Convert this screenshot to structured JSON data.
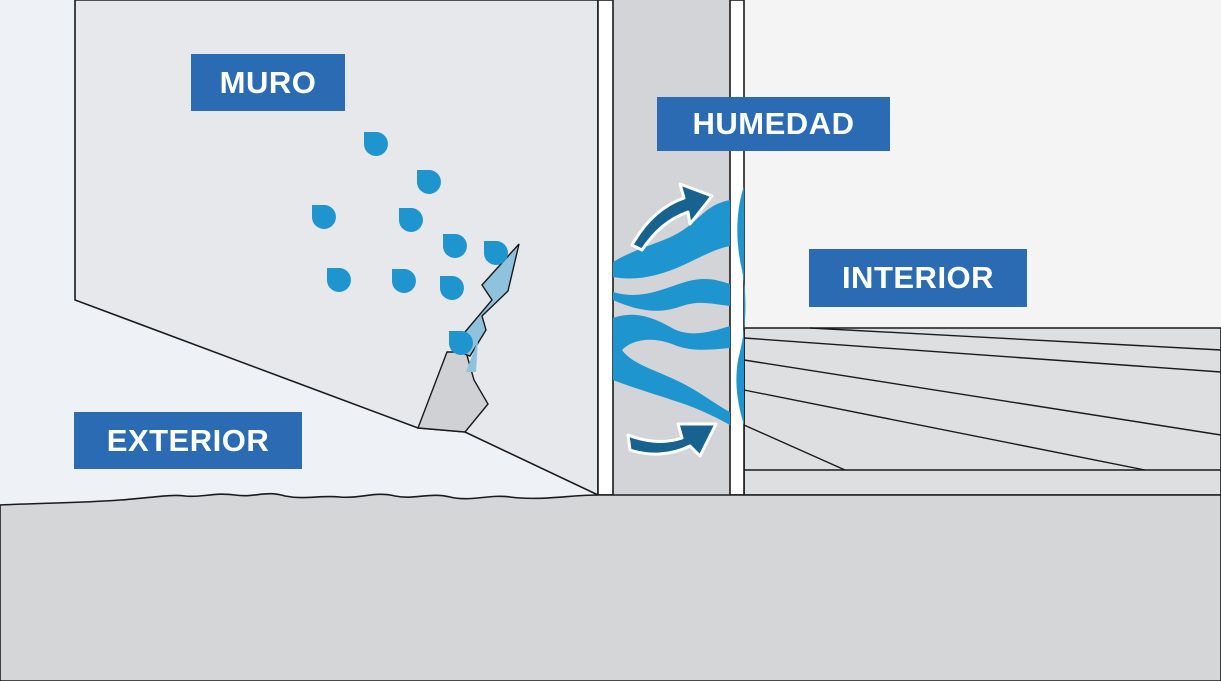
{
  "labels": {
    "wall": "MURO",
    "moisture": "HUMEDAD",
    "interior": "INTERIOR",
    "exterior": "EXTERIOR"
  },
  "colors": {
    "label_bg": "#2a6bb3",
    "label_text": "#ffffff",
    "water": "#1f95cf",
    "arrow": "#17628f",
    "wall_face": "#e6e8eb",
    "cavity": "#d2d4d7",
    "ground": "#d5d6d8",
    "outline": "#1a1a1a"
  },
  "icons": [
    "water-drop-icon",
    "curved-arrow-icon",
    "wall-crack-icon",
    "moisture-wave-icon"
  ]
}
